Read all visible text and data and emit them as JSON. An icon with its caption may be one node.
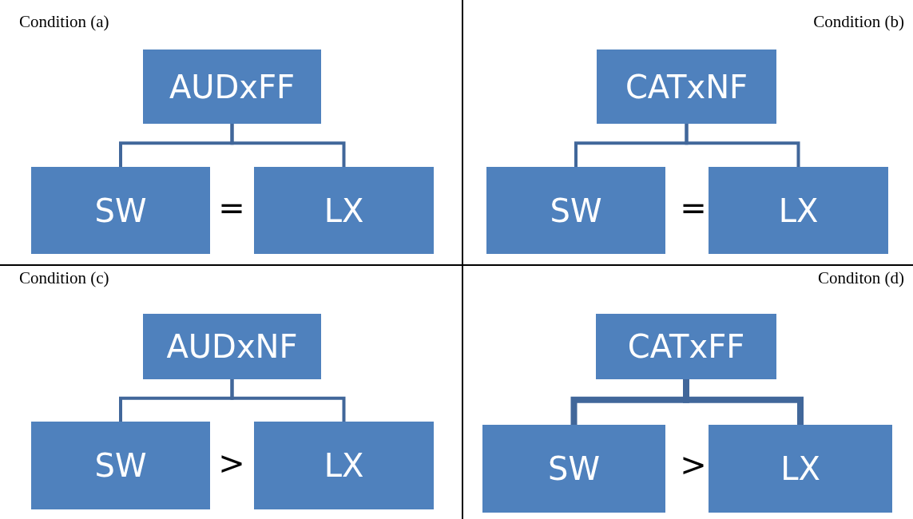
{
  "diagram": {
    "nodes": [
      {
        "text": [
          "AUDxFF"
        ]
      },
      {
        "text": [
          "SW"
        ]
      },
      {
        "text": [
          "LX"
        ]
      },
      {
        "text": [
          "CATxNF"
        ]
      },
      {
        "text": [
          "SW"
        ]
      },
      {
        "text": [
          "LX"
        ]
      },
      {
        "text": [
          "AUDxNF"
        ]
      },
      {
        "text": [
          "SW"
        ]
      },
      {
        "text": [
          "LX"
        ]
      },
      {
        "text": [
          "CATxFF"
        ]
      },
      {
        "text": [
          "SW"
        ]
      },
      {
        "text": [
          "LX"
        ]
      }
    ],
    "edges": [
      {
        "from": 0,
        "to": 1,
        "arrow": "none"
      },
      {
        "from": 0,
        "to": 2,
        "arrow": "none"
      },
      {
        "from": 3,
        "to": 4,
        "arrow": "none"
      },
      {
        "from": 3,
        "to": 5,
        "arrow": "none"
      },
      {
        "from": 6,
        "to": 7,
        "arrow": "none"
      },
      {
        "from": 6,
        "to": 8,
        "arrow": "none"
      },
      {
        "from": 9,
        "to": 10,
        "arrow": "none",
        "style": "thick"
      },
      {
        "from": 9,
        "to": 11,
        "arrow": "none",
        "style": "thick"
      }
    ],
    "labels": [
      "Condition (a)",
      "Condition (b)",
      "=",
      "=",
      "Condition (c)",
      "Conditon (d)",
      ">",
      ">"
    ]
  }
}
